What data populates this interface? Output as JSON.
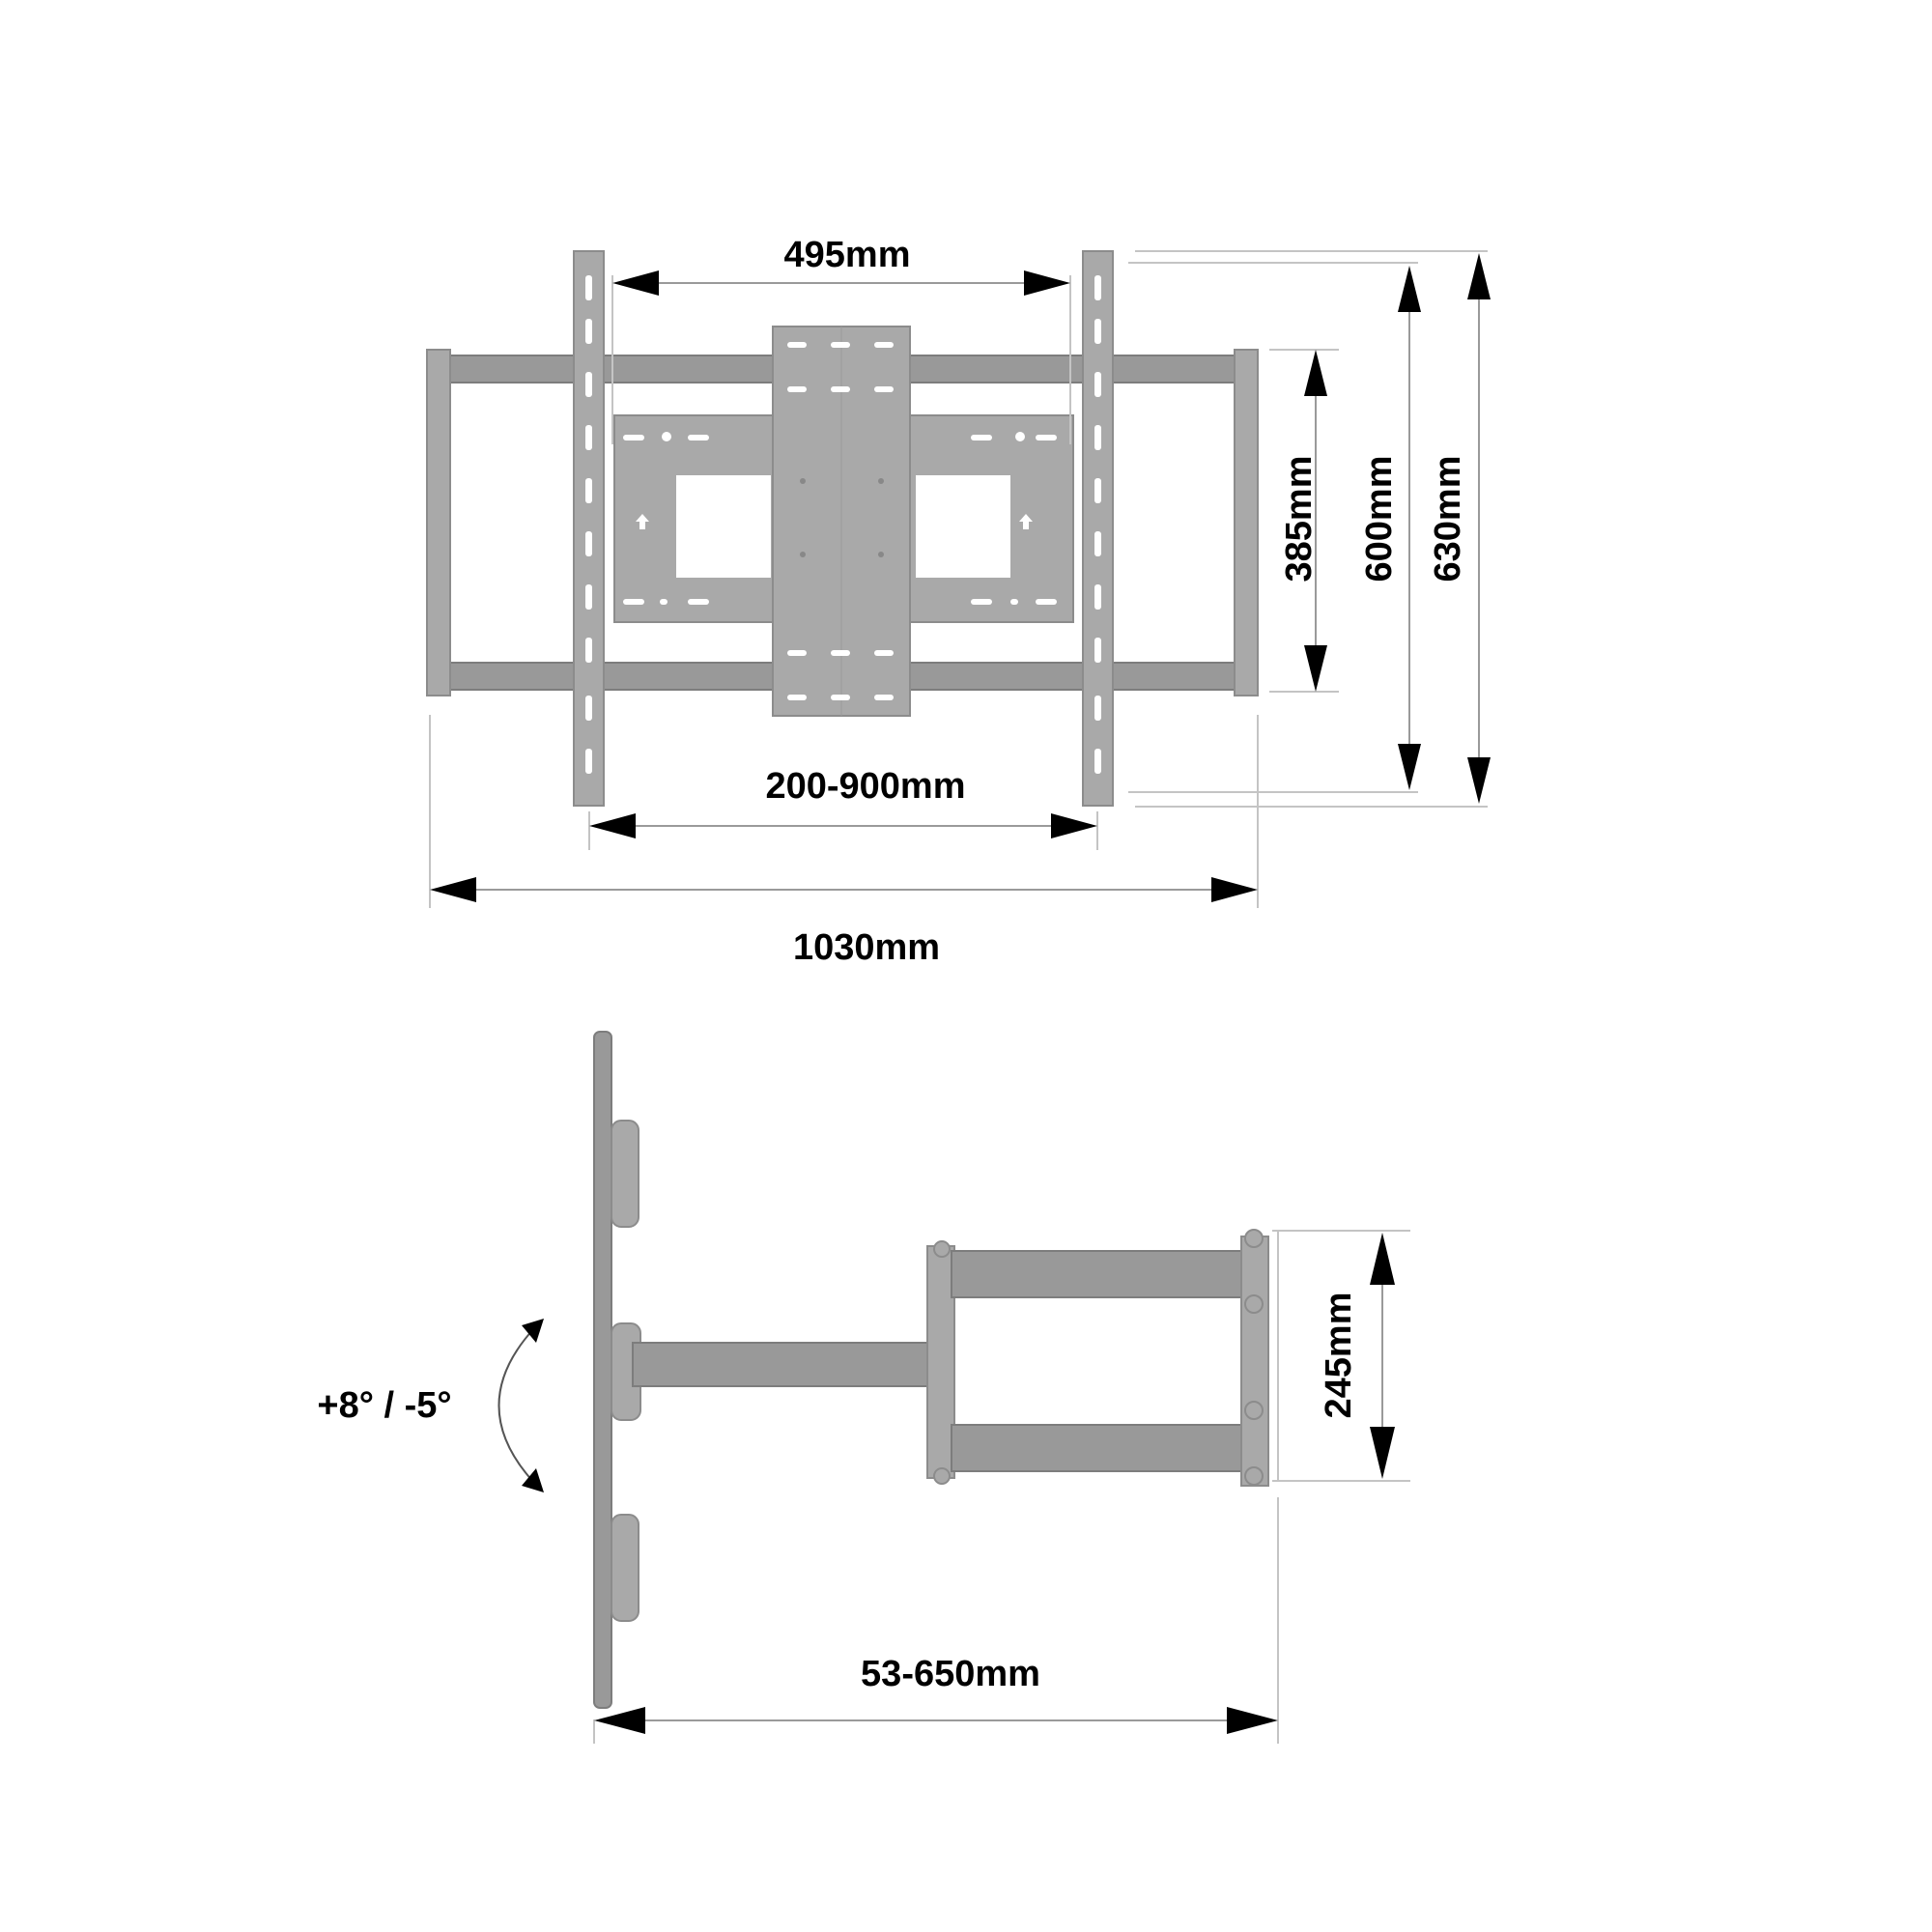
{
  "diagram": {
    "front_view": {
      "dimensions": {
        "vesa_horizontal_plate": "495mm",
        "rail_spacing": "200-900mm",
        "overall_width": "1030mm",
        "wall_plate_height": "385mm",
        "rail_height": "600mm",
        "overall_height": "630mm"
      }
    },
    "side_view": {
      "dimensions": {
        "arm_extension": "53-650mm",
        "wall_plate_depth": "245mm"
      },
      "tilt_range": "+8° / -5°"
    },
    "colors": {
      "metal": "#a9a9a9",
      "dimension_line": "#9a9a9a",
      "text": "#000000",
      "background": "#ffffff"
    }
  }
}
